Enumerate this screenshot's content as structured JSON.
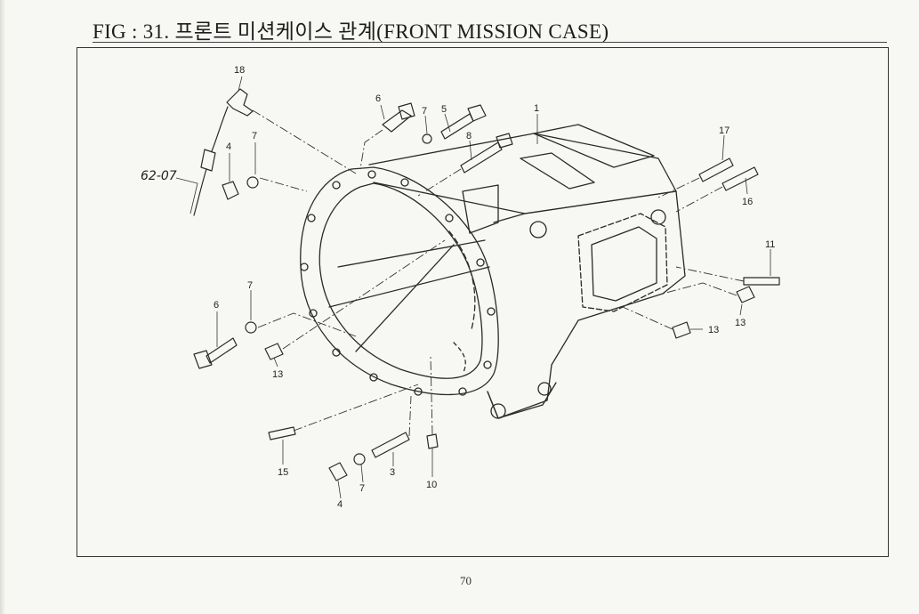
{
  "page": {
    "title": "FIG : 31. 프론트 미션케이스 관계(FRONT MISSION CASE)",
    "page_number": "70"
  },
  "callouts": {
    "c1": "1",
    "c3": "3",
    "c4a": "4",
    "c4b": "4",
    "c5": "5",
    "c6a": "6",
    "c6b": "6",
    "c7a": "7",
    "c7b": "7",
    "c7c": "7",
    "c7d": "7",
    "c8": "8",
    "c10": "10",
    "c11": "11",
    "c13a": "13",
    "c13b": "13",
    "c13c": "13",
    "c15": "15",
    "c16": "16",
    "c17": "17",
    "c18": "18",
    "handwritten_ref": "62-07"
  }
}
